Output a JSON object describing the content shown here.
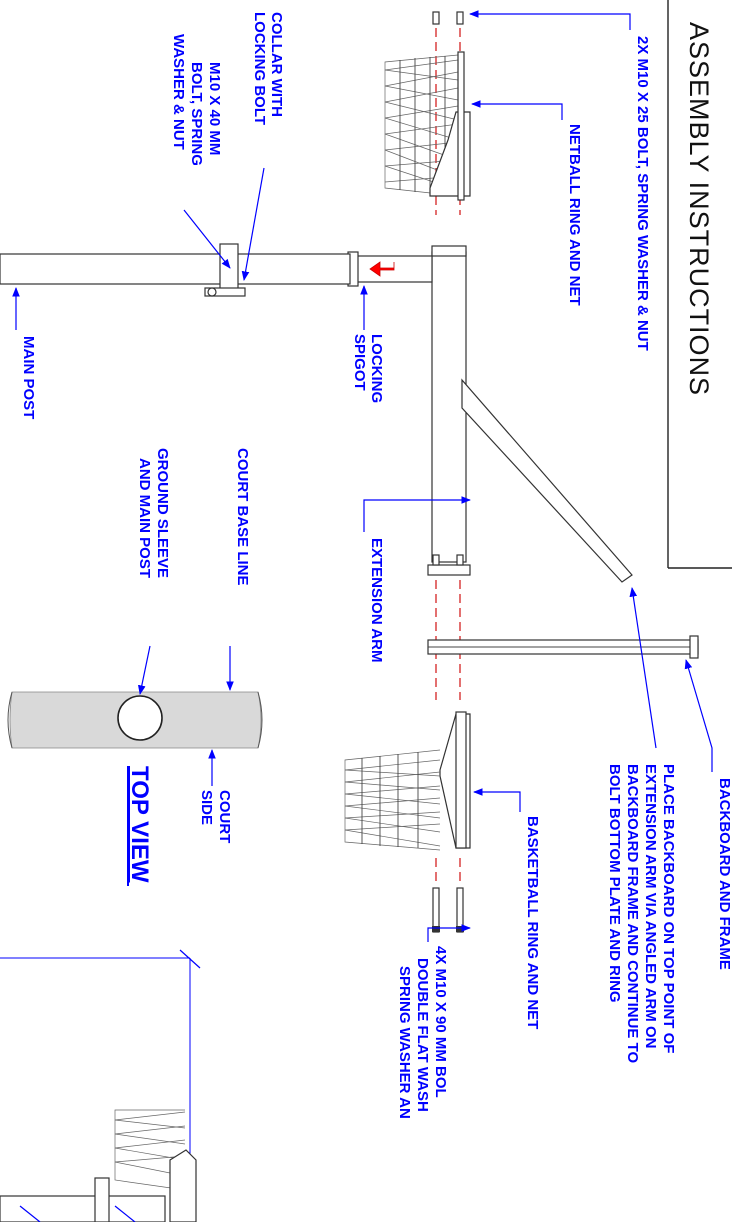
{
  "title": "ASSEMBLY INSTRUCTIONS",
  "callouts": {
    "top_bolts": "2X M10 X 25 BOLT, SPRING WASHER & NUT",
    "netball_ring": "NETBALL RING AND NET",
    "locking_spigot": [
      "LOCKING",
      "SPIGOT"
    ],
    "extension_arm": "EXTENSION ARM",
    "backboard": "BACKBOARD AND FRAME",
    "place_backboard": [
      "PLACE BACKBOARD ON TOP POINT OF",
      "EXTENSION ARM VIA ANGLED ARM ON",
      "BACKBOARD FRAME AND CONTINUE TO",
      "BOLT BOTTOM PLATE AND RING"
    ],
    "basketball_ring": "BASKETBALL RING AND NET",
    "bottom_bolts": [
      "4X M10 X 90 MM BOL",
      "DOUBLE FLAT WASH",
      "SPRING WASHER AN"
    ],
    "collar": [
      "COLLAR WITH",
      "LOCKING BOLT"
    ],
    "collar_bolt": [
      "M10 X 40 MM",
      "BOLT, SPRING",
      "WASHER & NUT"
    ],
    "main_post": "MAIN POST",
    "court_base_line": "COURT BASE LINE",
    "ground_sleeve": [
      "GROUND SLEEVE",
      "AND MAIN POST"
    ],
    "court_side": [
      "COURT",
      "SIDE"
    ],
    "top_view": "TOP VIEW"
  },
  "colors": {
    "label": "#0000ff",
    "centre_line": "#d01010",
    "arrow": "#ff0000",
    "line": "#333333",
    "hatch": "#cccccc"
  }
}
